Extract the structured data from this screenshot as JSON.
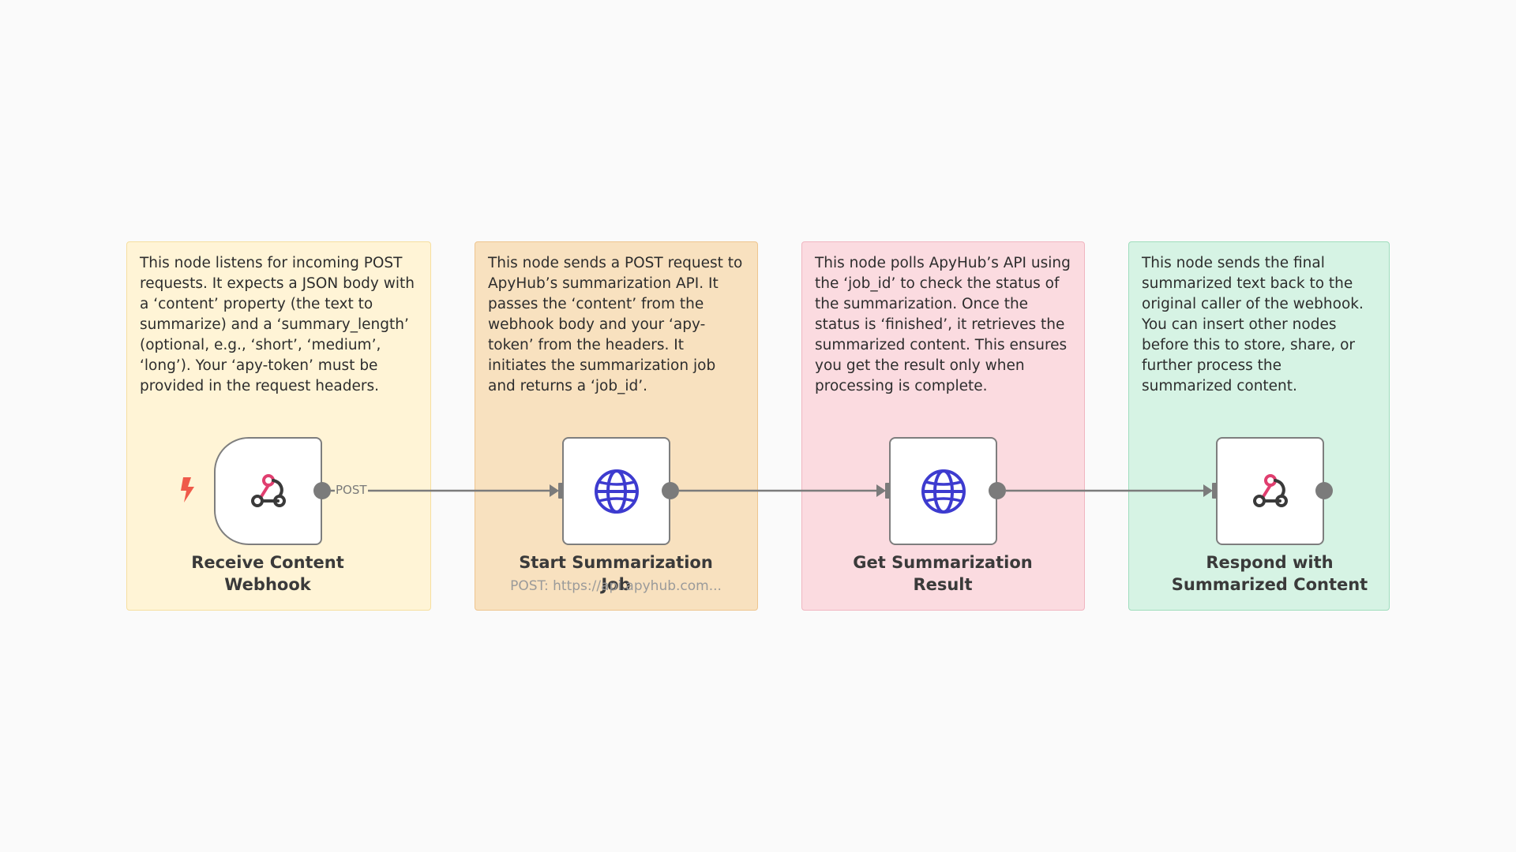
{
  "canvas": {
    "background": "#fafafa"
  },
  "sticky_notes": [
    {
      "text": "This node listens for incoming POST requests. It expects a JSON body with a ‘content’ property (the text to summarize) and a ‘summary_length’ (optional, e.g., ‘short’, ‘medium’, ‘long’). Your ‘apy-token’ must be provided in the request headers.",
      "color": "#fff4d6"
    },
    {
      "text": "This node sends a POST request to ApyHub’s summarization API. It passes the ‘content’ from the webhook body and your ‘apy-token’ from the headers. It initiates the summarization job and returns a ‘job_id’.",
      "color": "#f8e1bf"
    },
    {
      "text": "This node polls ApyHub’s API using the ‘job_id’ to check the status of the summarization. Once the status is ‘finished’, it retrieves the summarized content. This ensures you get the result only when processing is complete.",
      "color": "#fbdbe0"
    },
    {
      "text": "This node sends the final summarized text back to the original caller of the webhook. You can insert other nodes before this to store, share, or further process the summarized content.",
      "color": "#d6f3e4"
    }
  ],
  "nodes": [
    {
      "name": "Receive Content Webhook",
      "icon": "webhook-icon",
      "subtitle": ""
    },
    {
      "name": "Start Summarization Job",
      "icon": "globe-icon",
      "subtitle": "POST: https://api.apyhub.com..."
    },
    {
      "name": "Get Summarization Result",
      "icon": "globe-icon",
      "subtitle": ""
    },
    {
      "name": "Respond with Summarized Content",
      "icon": "webhook-icon",
      "subtitle": ""
    }
  ],
  "connections": [
    {
      "from": "Receive Content Webhook",
      "to": "Start Summarization Job",
      "label": "POST"
    },
    {
      "from": "Start Summarization Job",
      "to": "Get Summarization Result",
      "label": ""
    },
    {
      "from": "Get Summarization Result",
      "to": "Respond with Summarized Content",
      "label": ""
    }
  ],
  "colors": {
    "webhook_icon": "#e03e6f",
    "webhook_icon_dark": "#3a3a3a",
    "globe_icon": "#3d3bcf",
    "trigger_bolt": "#ef5a4a",
    "wire": "#7b7b7b"
  }
}
